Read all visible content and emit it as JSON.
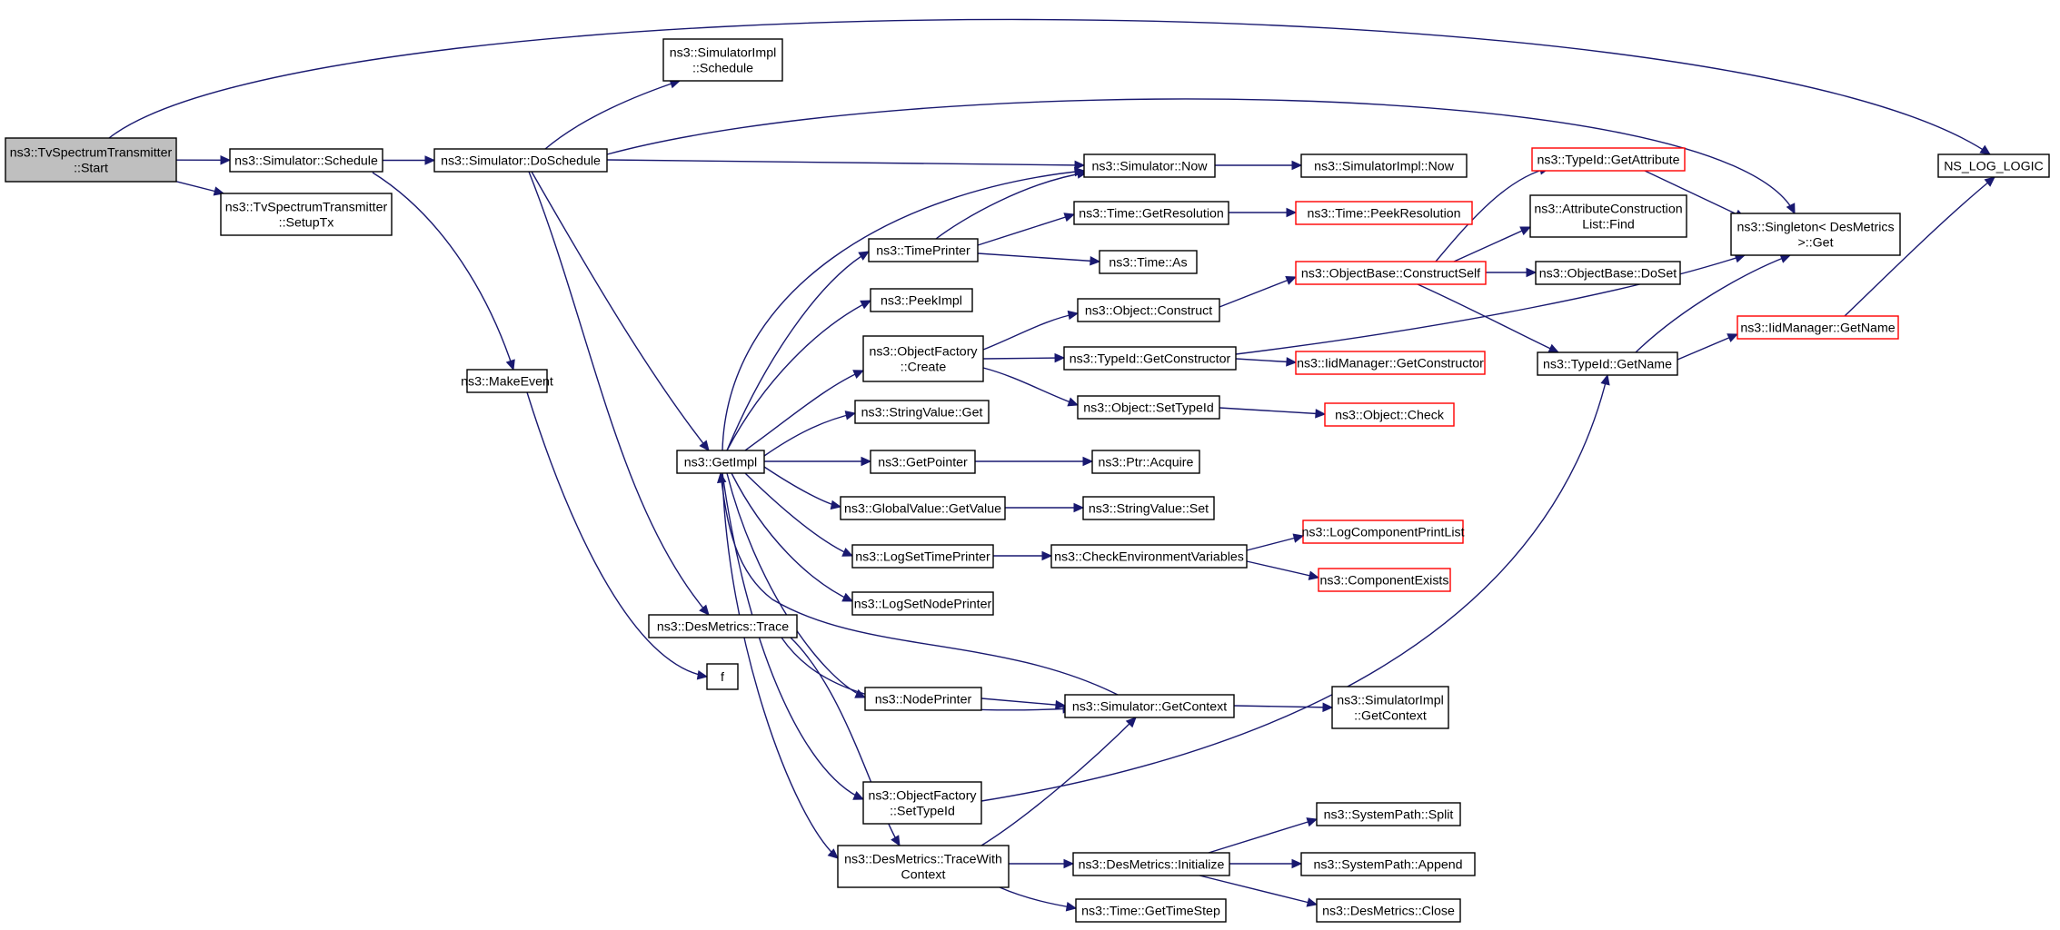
{
  "graph": {
    "colors": {
      "edge": "#191970",
      "node_border": "#000000",
      "truncated_border": "#ff0000",
      "root_fill": "#bfbfbf"
    },
    "nodes": [
      {
        "id": "n0",
        "lines": [
          "ns3::TvSpectrumTransmitter",
          "::Start"
        ],
        "root": true
      },
      {
        "id": "n1",
        "lines": [
          "ns3::Simulator::Schedule"
        ]
      },
      {
        "id": "n2",
        "lines": [
          "ns3::TvSpectrumTransmitter",
          "::SetupTx"
        ]
      },
      {
        "id": "n3",
        "lines": [
          "ns3::Simulator::DoSchedule"
        ]
      },
      {
        "id": "n4",
        "lines": [
          "ns3::MakeEvent"
        ]
      },
      {
        "id": "n5",
        "lines": [
          "ns3::SimulatorImpl",
          "::Schedule"
        ]
      },
      {
        "id": "n6",
        "lines": [
          "ns3::Simulator::Now"
        ]
      },
      {
        "id": "n7",
        "lines": [
          "ns3::GetImpl"
        ]
      },
      {
        "id": "n8",
        "lines": [
          "ns3::DesMetrics::Trace"
        ]
      },
      {
        "id": "n9",
        "lines": [
          "f"
        ]
      },
      {
        "id": "n10",
        "lines": [
          "ns3::TimePrinter"
        ]
      },
      {
        "id": "n11",
        "lines": [
          "ns3::PeekImpl"
        ]
      },
      {
        "id": "n12",
        "lines": [
          "ns3::ObjectFactory",
          "::Create"
        ]
      },
      {
        "id": "n13",
        "lines": [
          "ns3::StringValue::Get"
        ]
      },
      {
        "id": "n14",
        "lines": [
          "ns3::GetPointer"
        ]
      },
      {
        "id": "n15",
        "lines": [
          "ns3::GlobalValue::GetValue"
        ]
      },
      {
        "id": "n16",
        "lines": [
          "ns3::LogSetTimePrinter"
        ]
      },
      {
        "id": "n17",
        "lines": [
          "ns3::LogSetNodePrinter"
        ]
      },
      {
        "id": "n18",
        "lines": [
          "ns3::NodePrinter"
        ]
      },
      {
        "id": "n19",
        "lines": [
          "ns3::ObjectFactory",
          "::SetTypeId"
        ]
      },
      {
        "id": "n20",
        "lines": [
          "ns3::DesMetrics::TraceWith",
          "Context"
        ]
      },
      {
        "id": "n21",
        "lines": [
          "ns3::SimulatorImpl::Now"
        ]
      },
      {
        "id": "n22",
        "lines": [
          "ns3::Time::GetResolution"
        ]
      },
      {
        "id": "n23",
        "lines": [
          "ns3::Time::As"
        ]
      },
      {
        "id": "n24",
        "lines": [
          "ns3::Object::Construct"
        ]
      },
      {
        "id": "n25",
        "lines": [
          "ns3::TypeId::GetConstructor"
        ]
      },
      {
        "id": "n26",
        "lines": [
          "ns3::Object::SetTypeId"
        ]
      },
      {
        "id": "n27",
        "lines": [
          "ns3::Ptr::Acquire"
        ]
      },
      {
        "id": "n28",
        "lines": [
          "ns3::StringValue::Set"
        ]
      },
      {
        "id": "n29",
        "lines": [
          "ns3::CheckEnvironmentVariables"
        ]
      },
      {
        "id": "n30",
        "lines": [
          "ns3::Simulator::GetContext"
        ]
      },
      {
        "id": "n31",
        "lines": [
          "ns3::DesMetrics::Initialize"
        ]
      },
      {
        "id": "n32",
        "lines": [
          "ns3::Time::GetTimeStep"
        ]
      },
      {
        "id": "n33",
        "lines": [
          "ns3::Time::PeekResolution"
        ],
        "truncated": true
      },
      {
        "id": "n34",
        "lines": [
          "ns3::ObjectBase::ConstructSelf"
        ],
        "truncated": true
      },
      {
        "id": "n35",
        "lines": [
          "ns3::IidManager::GetConstructor"
        ],
        "truncated": true
      },
      {
        "id": "n36",
        "lines": [
          "ns3::Object::Check"
        ],
        "truncated": true
      },
      {
        "id": "n37",
        "lines": [
          "ns3::LogComponentPrintList"
        ],
        "truncated": true
      },
      {
        "id": "n38",
        "lines": [
          "ns3::ComponentExists"
        ],
        "truncated": true
      },
      {
        "id": "n39",
        "lines": [
          "ns3::SimulatorImpl",
          "::GetContext"
        ]
      },
      {
        "id": "n40",
        "lines": [
          "ns3::SystemPath::Split"
        ]
      },
      {
        "id": "n41",
        "lines": [
          "ns3::SystemPath::Append"
        ]
      },
      {
        "id": "n42",
        "lines": [
          "ns3::DesMetrics::Close"
        ]
      },
      {
        "id": "n43",
        "lines": [
          "ns3::TypeId::GetAttribute"
        ],
        "truncated": true
      },
      {
        "id": "n44",
        "lines": [
          "ns3::AttributeConstruction",
          "List::Find"
        ]
      },
      {
        "id": "n45",
        "lines": [
          "ns3::ObjectBase::DoSet"
        ]
      },
      {
        "id": "n46",
        "lines": [
          "ns3::TypeId::GetName"
        ]
      },
      {
        "id": "n47",
        "lines": [
          "ns3::Singleton< DesMetrics",
          ">::Get"
        ]
      },
      {
        "id": "n48",
        "lines": [
          "ns3::IidManager::GetName"
        ],
        "truncated": true
      },
      {
        "id": "n49",
        "lines": [
          "NS_LOG_LOGIC"
        ]
      }
    ]
  }
}
